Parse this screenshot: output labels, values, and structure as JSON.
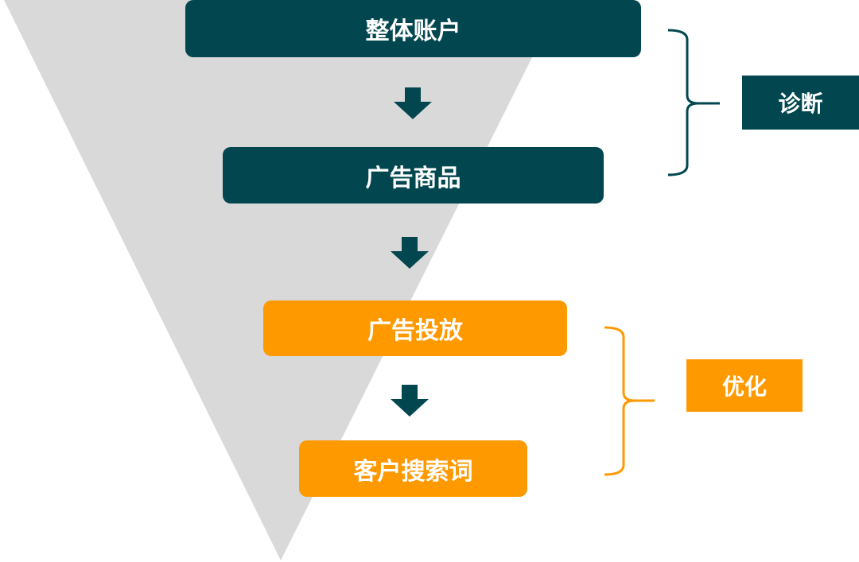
{
  "colors": {
    "teal": "#024750",
    "orange": "#FF9900",
    "funnel": "#D9D9D9"
  },
  "steps": [
    {
      "label": "整体账户"
    },
    {
      "label": "广告商品"
    },
    {
      "label": "广告投放"
    },
    {
      "label": "客户搜索词"
    }
  ],
  "groups": {
    "diagnose": "诊断",
    "optimize": "优化"
  },
  "icons": [
    "funnel-triangle",
    "down-arrow-icon",
    "curly-brace-icon"
  ]
}
